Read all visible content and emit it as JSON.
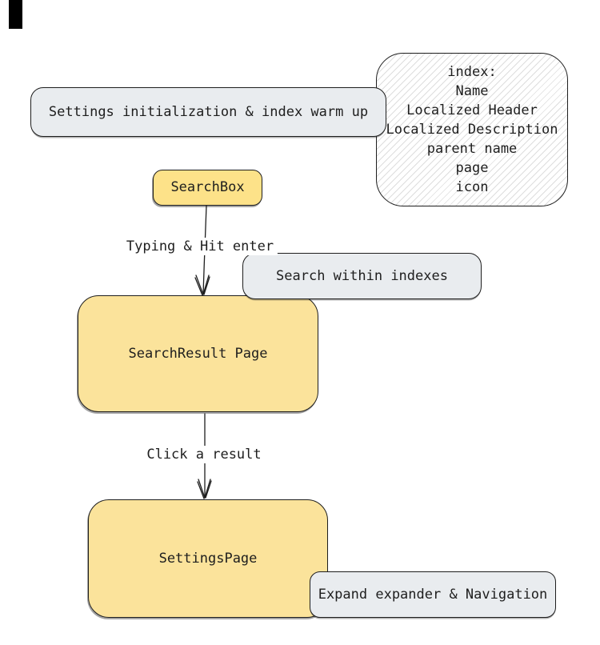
{
  "palette": {
    "yellow_fill": "#fbe39b",
    "searchbox_fill": "#fde289",
    "gray_fill": "#e9ecef",
    "stroke": "#1e1e1e",
    "hatch_line": "#919191",
    "background": "#ffffff",
    "top_left_mark": "#000000"
  },
  "nodes": {
    "settings_warmup": {
      "label": "Settings initialization & index warm up"
    },
    "index_note": {
      "lines": [
        "index:",
        "Name",
        "Localized Header",
        "Localized Description",
        "parent name",
        "page",
        "icon"
      ]
    },
    "search_box": {
      "label": "SearchBox"
    },
    "search_within": {
      "label": "Search within indexes"
    },
    "search_result": {
      "label": "SearchResult Page"
    },
    "settings_page": {
      "label": "SettingsPage"
    },
    "expand_nav": {
      "label": "Expand expander & Navigation"
    }
  },
  "edges": {
    "typing": {
      "label": "Typing & Hit enter"
    },
    "click": {
      "label": "Click a result"
    }
  }
}
